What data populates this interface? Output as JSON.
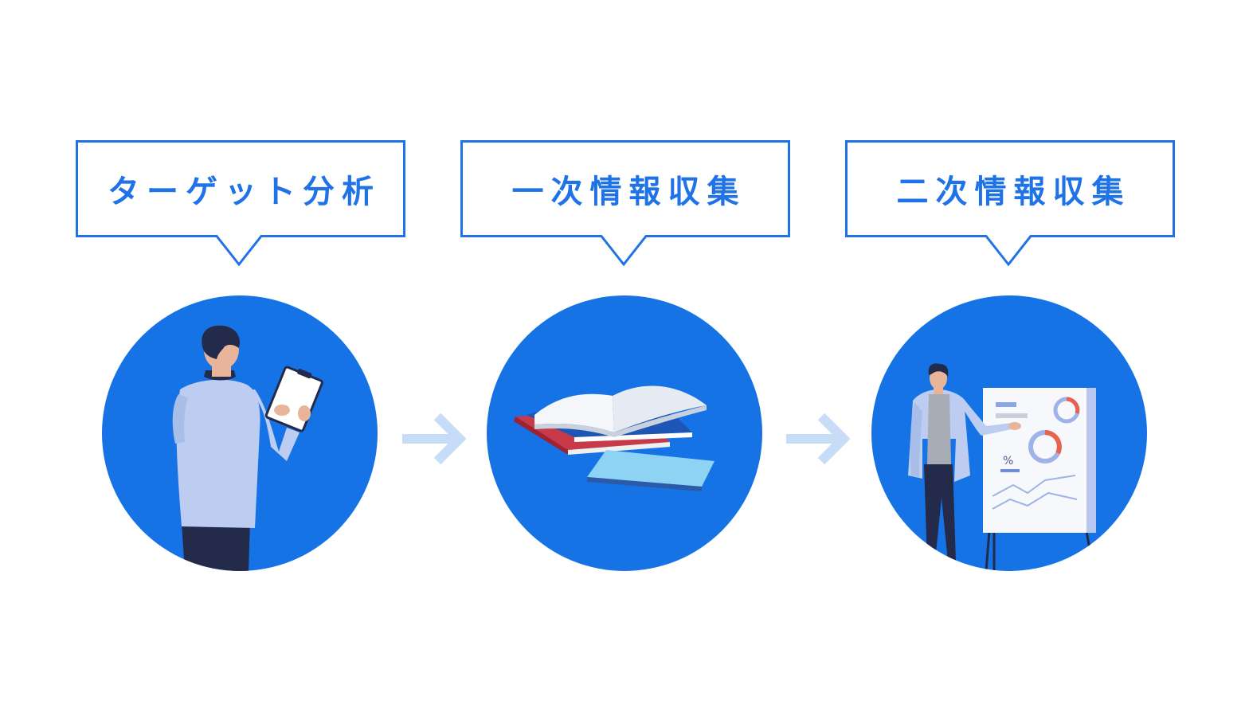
{
  "steps": [
    {
      "label": "ターゲット分析",
      "illustration": "person-with-clipboard"
    },
    {
      "label": "一次情報収集",
      "illustration": "stack-of-books"
    },
    {
      "label": "二次情報収集",
      "illustration": "presenter-with-chart-board"
    }
  ],
  "colors": {
    "accent": "#1f73e6",
    "circle": "#1673e6",
    "arrow": "#c7dcf6",
    "background": "#ffffff"
  },
  "icons": {
    "arrow": "arrow-right-icon"
  }
}
